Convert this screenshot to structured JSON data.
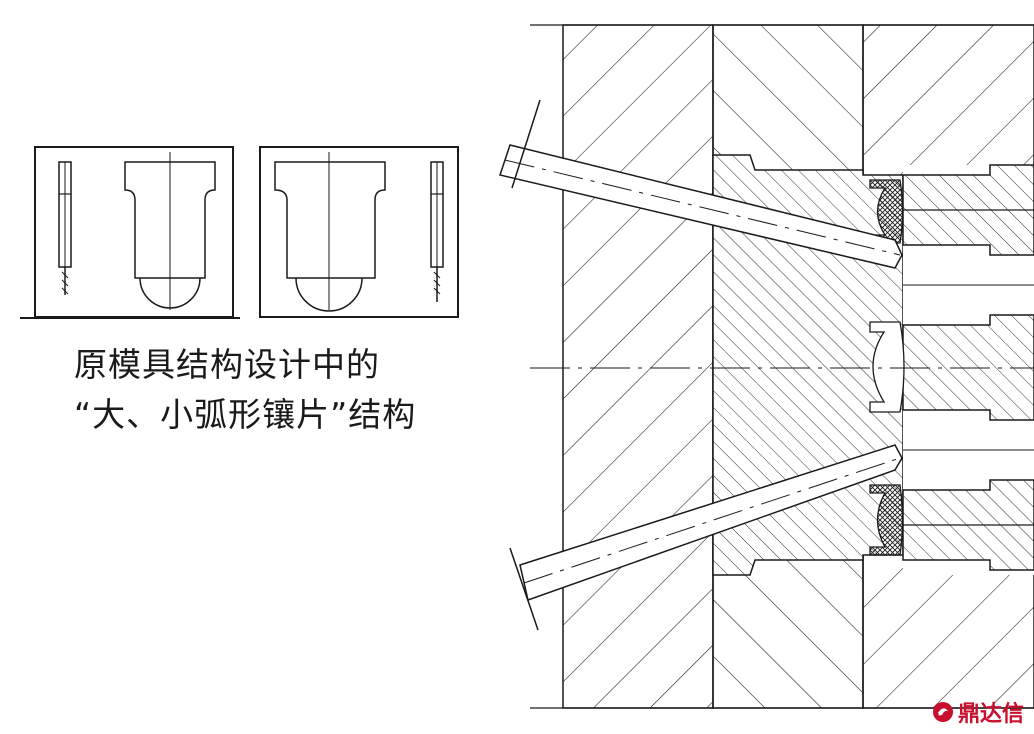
{
  "caption": {
    "line1": "原模具结构设计中的",
    "line2": "“大、小弧形镶片”结构"
  },
  "brand": {
    "text": "鼎达信",
    "icon": "chili-pepper-logo-icon"
  },
  "colors": {
    "line": "#1a1a1a",
    "brand": "#c8102e"
  }
}
